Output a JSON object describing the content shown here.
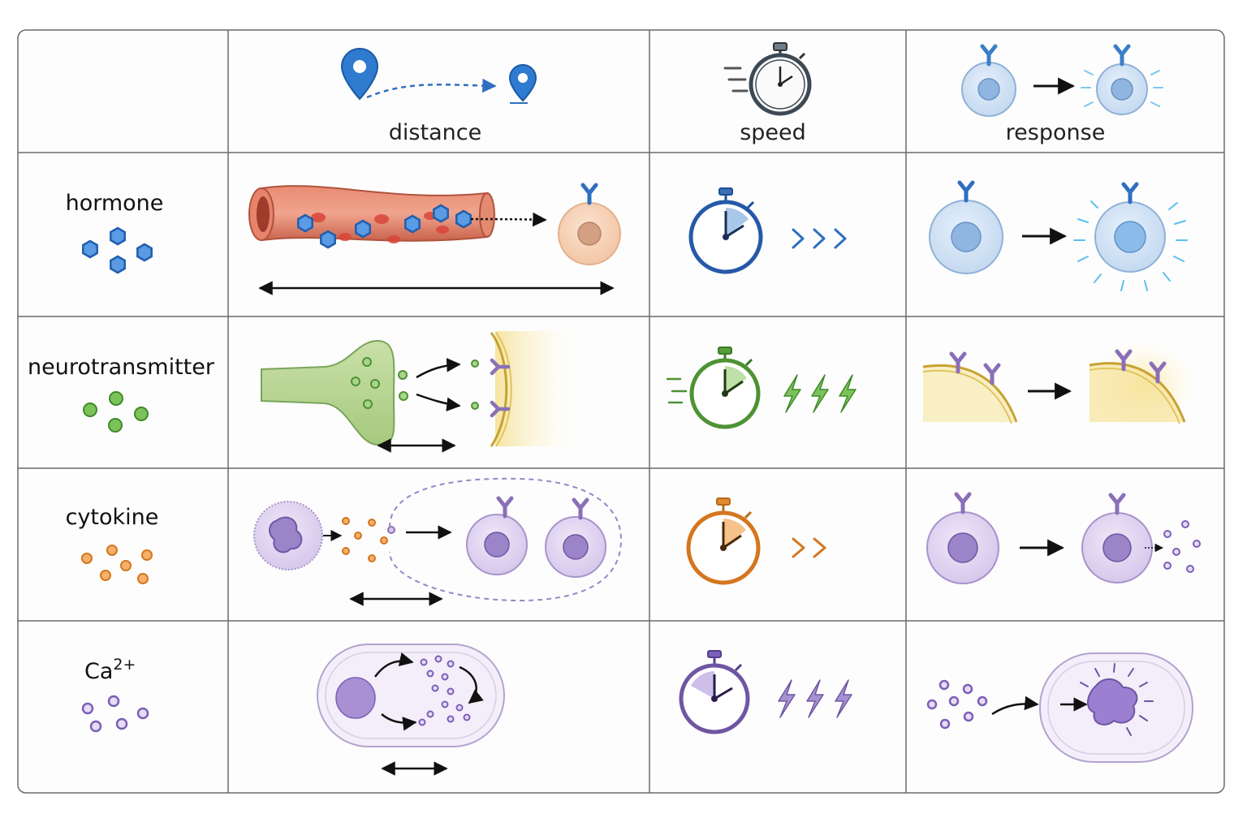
{
  "columns": {
    "distance": "distance",
    "speed": "speed",
    "response": "response"
  },
  "rows": [
    {
      "label": "hormone",
      "speed_rating": 3
    },
    {
      "label": "neurotransmitter",
      "speed_rating": 3
    },
    {
      "label": "cytokine",
      "speed_rating": 2
    },
    {
      "label": "Ca",
      "superscript": "2+",
      "speed_rating": 3
    }
  ],
  "colors": {
    "grid": "#6b6b6b",
    "hormone": "#2f6fc0",
    "neurotransmitter": "#5a9e3a",
    "cytokine": "#e08a2e",
    "calcium": "#7b5fb8",
    "vessel": "#d9735a",
    "cell_blue": "#bcd4ee",
    "cell_peach": "#f4c9ab",
    "cell_purple": "#d6c8ec",
    "membrane_yellow": "#f7e7a6"
  }
}
